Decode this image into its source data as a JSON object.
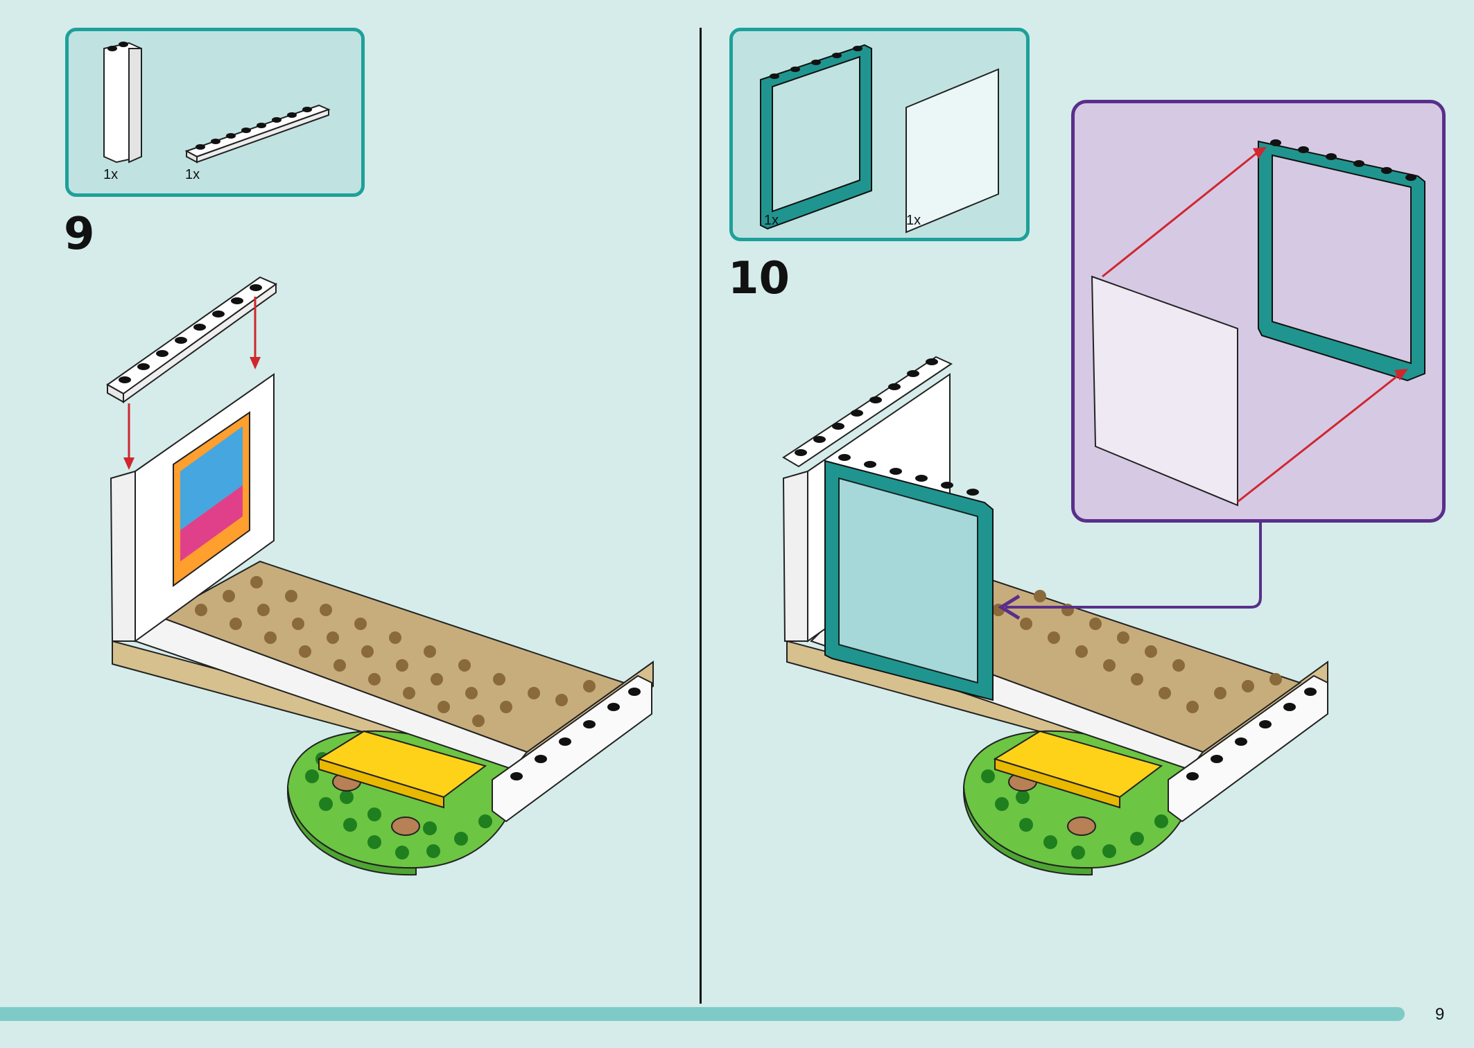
{
  "page": {
    "number": "9"
  },
  "steps": [
    {
      "number": "9",
      "parts": [
        {
          "name": "white brick 1x2x5",
          "qty": "1x",
          "icon": "white-tall-brick-icon"
        },
        {
          "name": "white plate 1x8",
          "qty": "1x",
          "icon": "white-long-plate-icon"
        }
      ]
    },
    {
      "number": "10",
      "parts": [
        {
          "name": "teal window frame 1x4x5",
          "qty": "1x",
          "icon": "teal-window-frame-icon"
        },
        {
          "name": "transparent glass pane",
          "qty": "1x",
          "icon": "glass-pane-icon"
        }
      ]
    }
  ],
  "colors": {
    "background": "#d5ecea",
    "parts_box_border": "#1ea09a",
    "parts_box_fill": "#c0e3e1",
    "callout_border": "#5a2e8a",
    "callout_fill": "#d6c9e4",
    "arrow_red": "#d0262e",
    "teal_frame": "#20958f",
    "tan_plate": "#c7ad7c",
    "green_plate": "#6cc543",
    "yellow_tile": "#ffd21a",
    "footer_bar": "#7ecac6"
  }
}
